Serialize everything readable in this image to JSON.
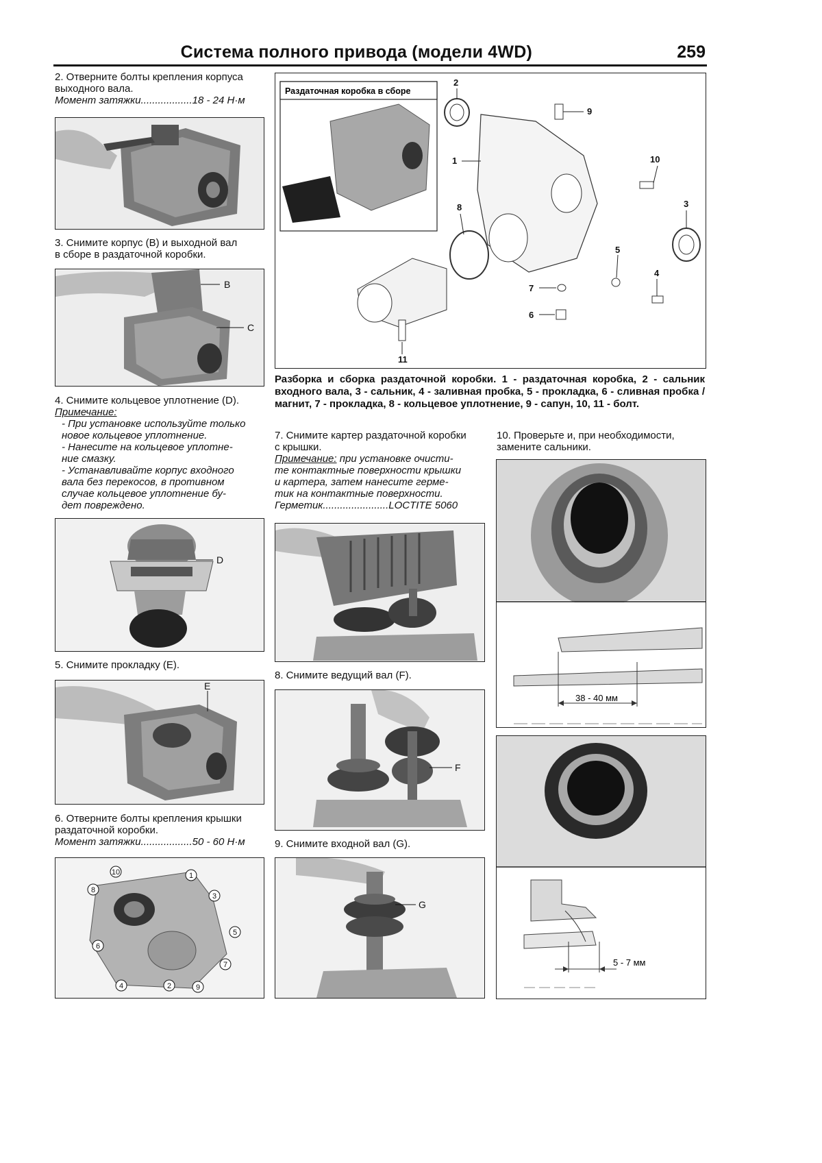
{
  "header": {
    "title": "Система полного привода (модели 4WD)",
    "page_number": "259"
  },
  "steps": {
    "s2": {
      "line1": "2. Отверните болты крепления корпуса",
      "line2": "выходного вала.",
      "torque": "Момент затяжки..................18 - 24 Н·м"
    },
    "s3": {
      "line1": "3. Снимите корпус (B) и выходной вал",
      "line2": "в сборе в раздаточной коробки.",
      "label_b": "B",
      "label_c": "C"
    },
    "s4": {
      "line1": "4. Снимите кольцевое уплотнение (D).",
      "note_title": "Примечание:",
      "note_lines": [
        "- При установке используйте только",
        "новое кольцевое уплотнение.",
        "- Нанесите на кольцевое уплотне-",
        "ние смазку.",
        "- Устанавливайте корпус входного",
        "вала без перекосов, в противном",
        "случае кольцевое уплотнение бу-",
        "дет повреждено."
      ],
      "label_d": "D"
    },
    "s5": {
      "line1": "5. Снимите прокладку (E).",
      "label_e": "E"
    },
    "s6": {
      "line1": "6. Отверните болты крепления крышки",
      "line2": "раздаточной коробки.",
      "torque": "Момент затяжки..................50 - 60 Н·м",
      "bolt_numbers": [
        "10",
        "1",
        "8",
        "3",
        "5",
        "6",
        "7",
        "4",
        "2",
        "9"
      ]
    },
    "s7": {
      "line1": "7. Снимите картер раздаточной коробки",
      "line2": "с крышки.",
      "note_title": "Примечание:",
      "note_lines": [
        "при установке очисти-",
        "те контактные поверхности крышки",
        "и картера, затем нанесите герме-",
        "тик на контактные поверхности."
      ],
      "sealant": "Герметик.......................LOCTITE 5060"
    },
    "s8": {
      "line1": "8. Снимите ведущий вал (F).",
      "label_f": "F"
    },
    "s9": {
      "line1": "9. Снимите входной вал (G).",
      "label_g": "G"
    },
    "s10": {
      "line1": "10. Проверьте и, при необходимости,",
      "line2": "замените сальники.",
      "dim1": "38 - 40 мм",
      "dim2": "5 - 7 мм"
    }
  },
  "diagram": {
    "inset_title": "Раздаточная коробка в сборе",
    "part_numbers": [
      "1",
      "2",
      "3",
      "4",
      "5",
      "6",
      "7",
      "8",
      "9",
      "10",
      "11"
    ],
    "caption": "Разборка и сборка раздаточной коробки. 1 - раздаточная коробка, 2 - сальник входного вала, 3 - сальник, 4 - заливная пробка, 5 - прокладка, 6 - сливная пробка / магнит, 7 - прокладка, 8 - кольцевое уплотнение, 9 - сапун, 10, 11 - болт."
  }
}
